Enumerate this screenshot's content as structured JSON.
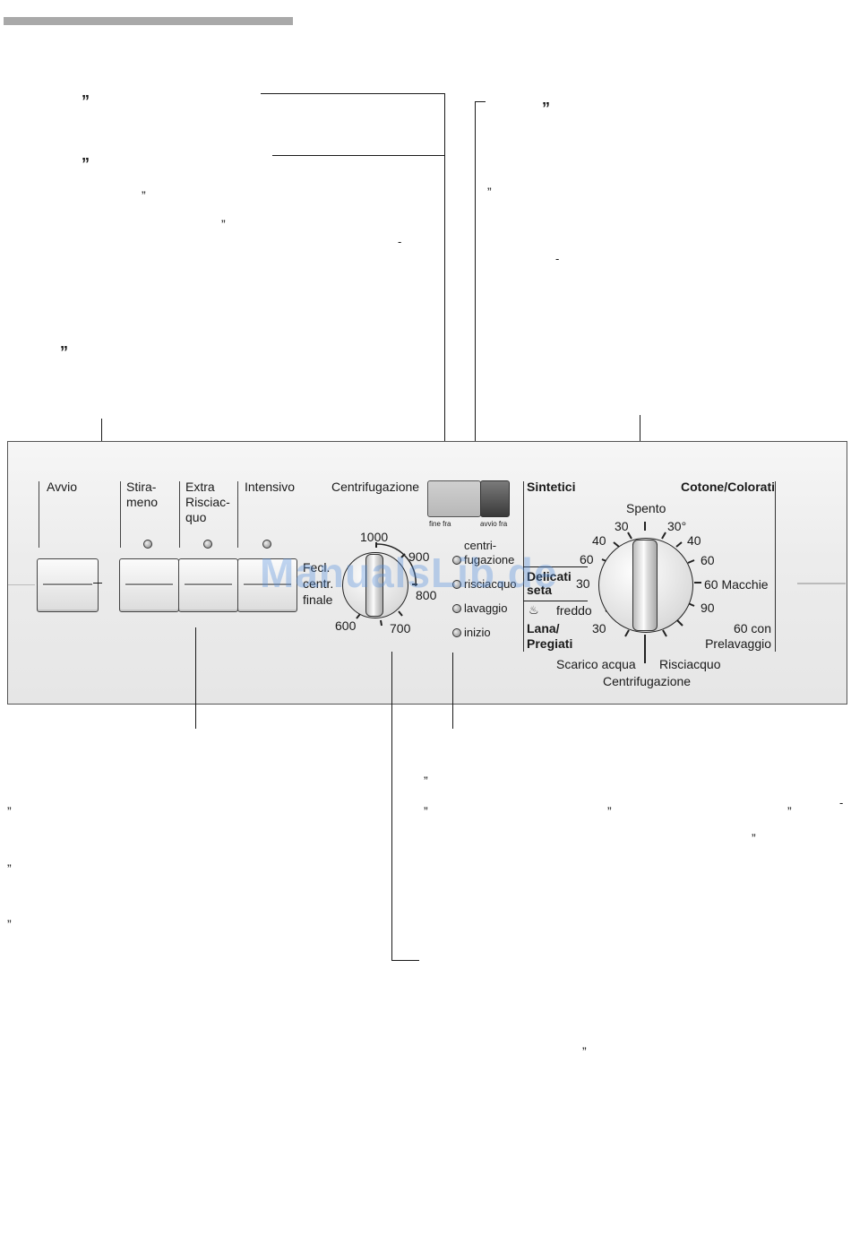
{
  "quote_mark": "”",
  "dash_mark": "-",
  "panel": {
    "buttons": {
      "avvio": "Avvio",
      "stiramento": "Stira-\nmeno",
      "extra_risciacquo": "Extra\nRisciac-\nquo",
      "intensivo": "Intensivo"
    },
    "spin": {
      "title": "Centrifugazione",
      "side_label": "Fecl.\ncentr.\nfinale",
      "values": [
        "1000",
        "900",
        "800",
        "700",
        "600"
      ]
    },
    "end_time": {
      "left_label": "fine fra",
      "right_label": "avvio fra"
    },
    "status": [
      "centri-\nfugazione",
      "risciacquo",
      "lavaggio",
      "inizio"
    ],
    "program": {
      "sintetici": "Sintetici",
      "cotone": "Cotone/Colorati",
      "delicati": "Delicati\nseta",
      "lana": "Lana/\nPregiati",
      "spento": "Spento",
      "left_temps": [
        "30",
        "40",
        "60",
        "30"
      ],
      "right_temps": [
        "30°",
        "40",
        "60",
        "60 Macchie",
        "90",
        "60 con\nPrelavaggio"
      ],
      "freddo": "freddo",
      "lana_30": "30",
      "scarico": "Scarico acqua",
      "risciacquo": "Risciacquo",
      "centrifugazione": "Centrifugazione"
    }
  },
  "watermark": "ManualsLib.de"
}
